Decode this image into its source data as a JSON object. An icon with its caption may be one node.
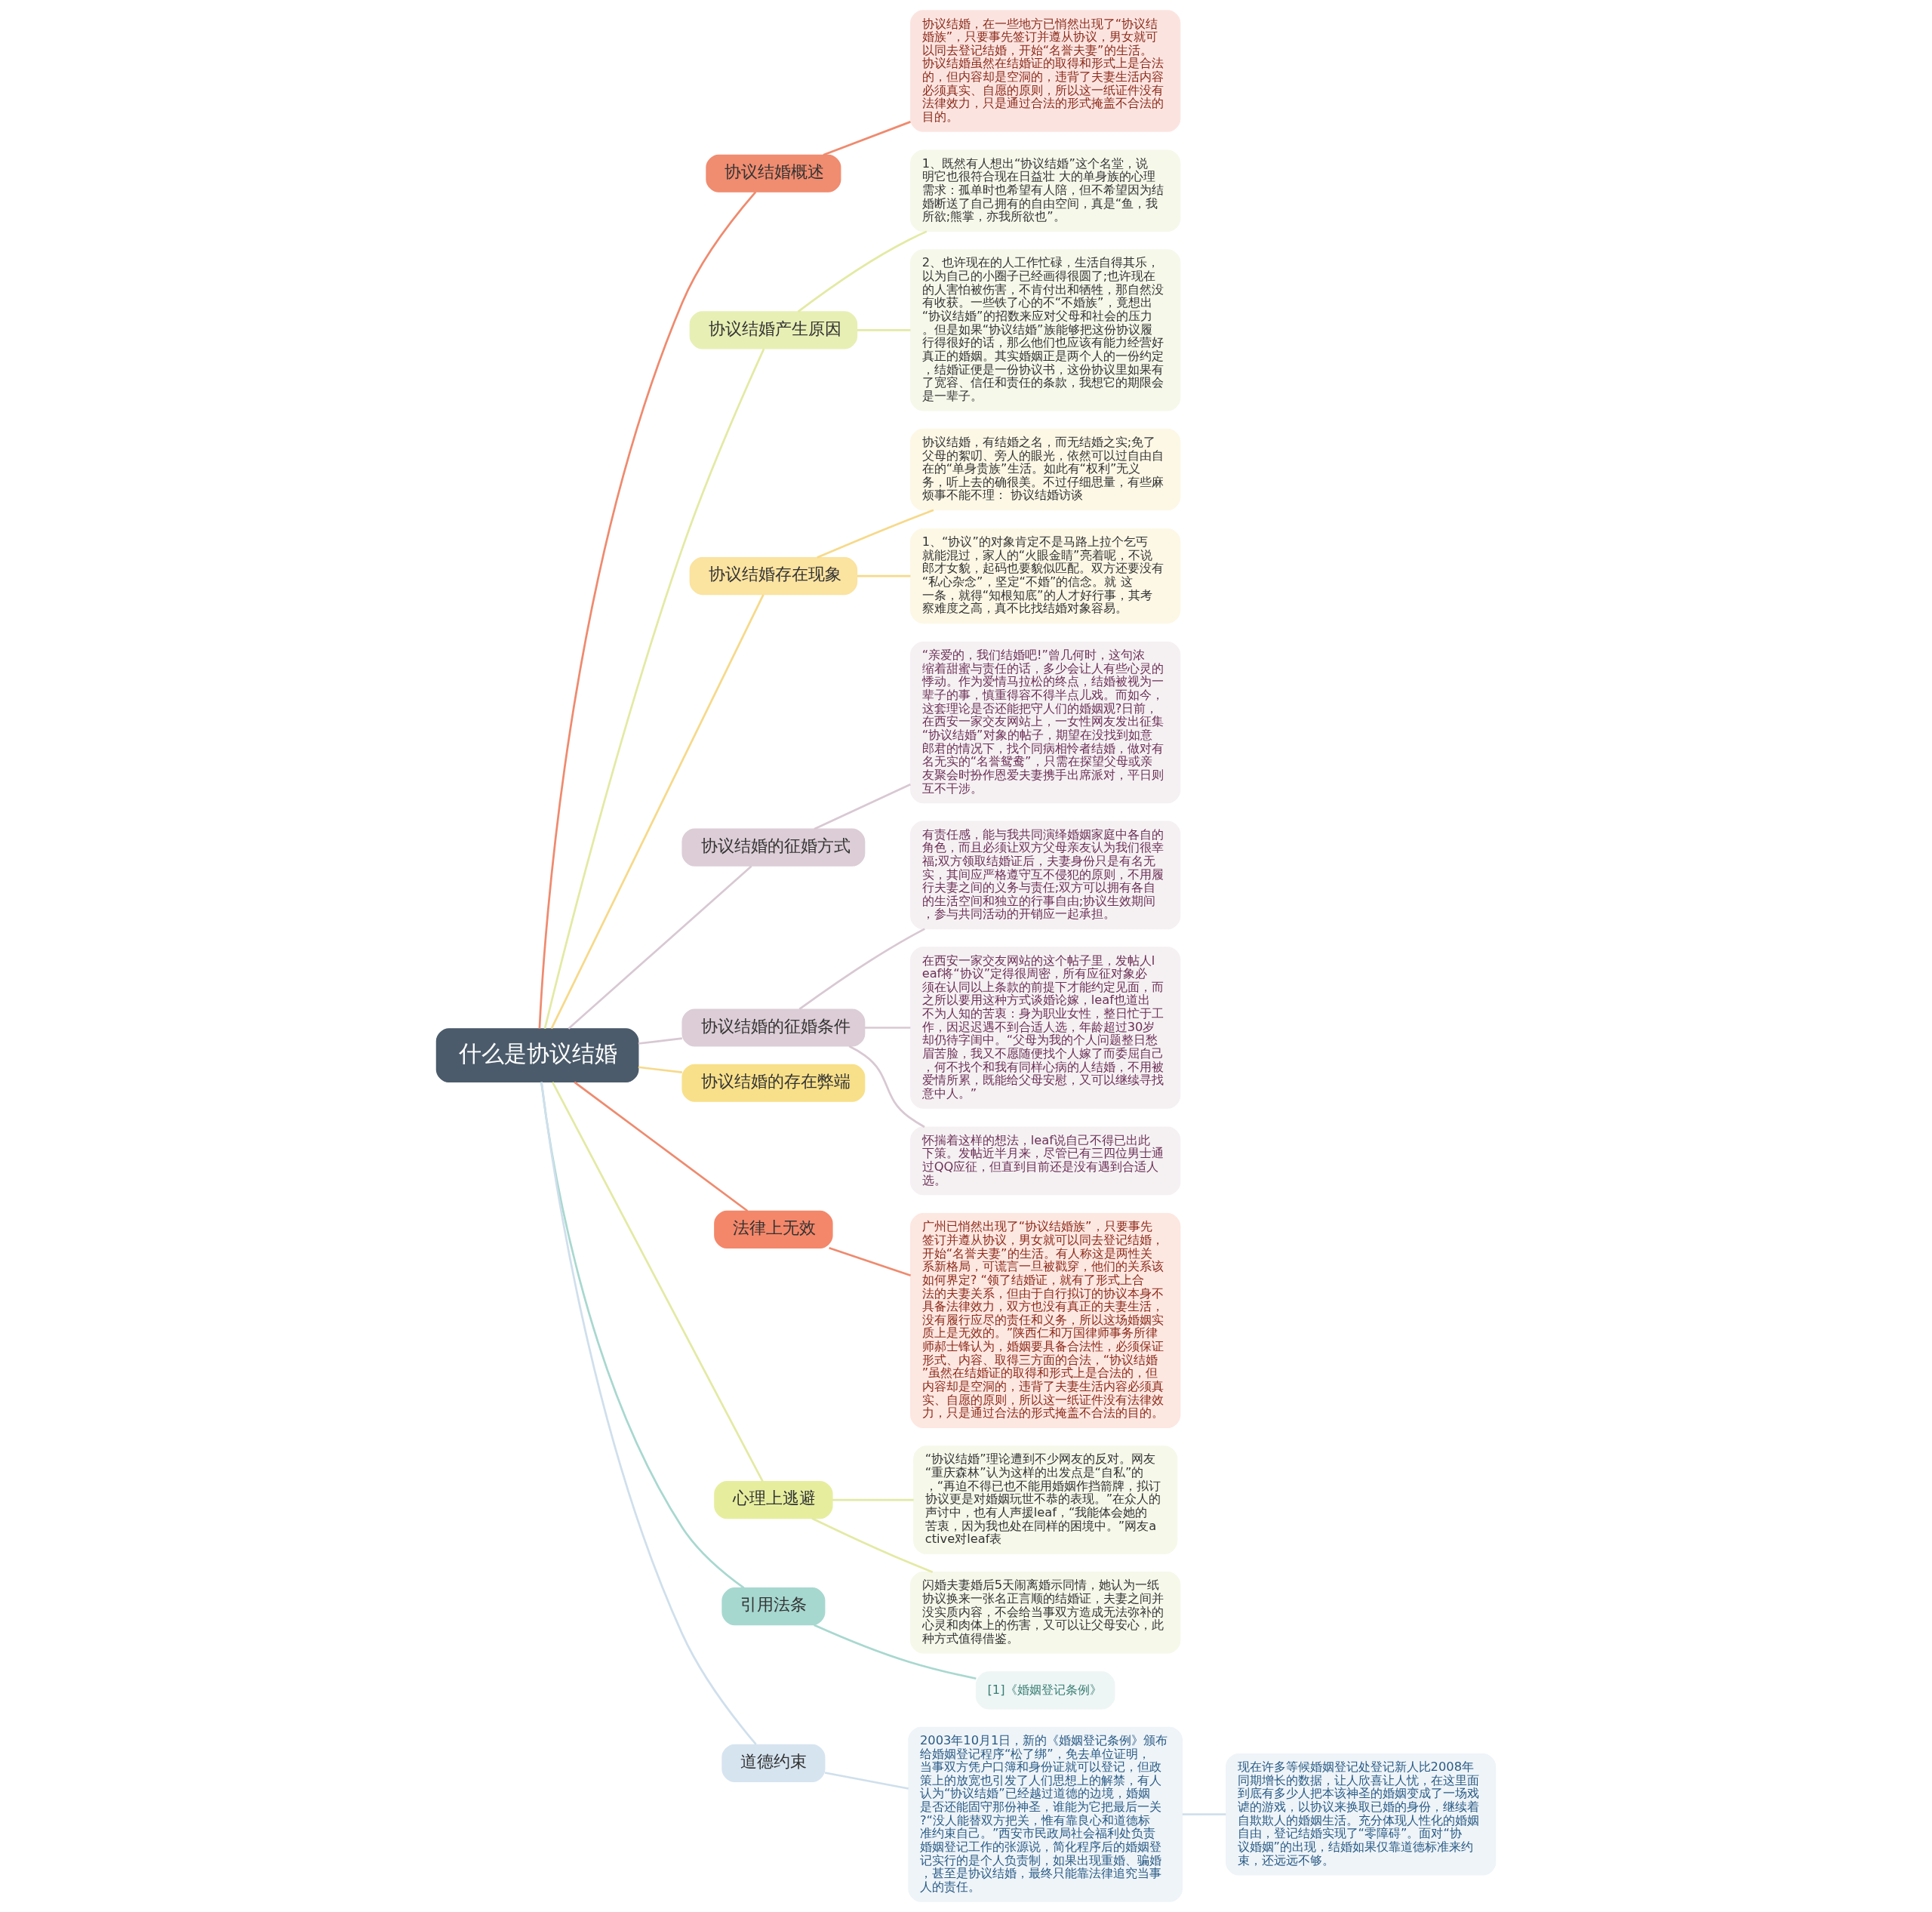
{
  "diagram": {
    "nodes": [
      {
        "text": [
          "什么是协议结婚"
        ]
      },
      {
        "text": [
          "协议结婚概述"
        ]
      },
      {
        "text": [
          "协议结婚，在一些地方已悄然出现了“协议结婚族”，只要事先签订并遵从协议，男女就可以同去登记结婚，开始“名誉夫妻”的生活。协议结婚虽然在结婚证的取得和形式上是合法的，但内容却是空洞的，违背了夫妻生活内容必须真实、自愿的原则，所以这一纸证件没有法律效力，只是通过合法的形式掩盖不合法的目的。"
        ]
      },
      {
        "text": [
          "协议结婚产生原因"
        ]
      },
      {
        "text": [
          "1、既然有人想出“协议结婚”这个名堂，说明它也很符合现在日益壮 大的单身族的心理需求：孤单时也希望有人陪，但不希望因为结婚断送了自己拥有的自由空间，真是“鱼，我所欲;熊掌，亦我所欲也”。"
        ]
      },
      {
        "text": [
          "2、也许现在的人工作忙碌，生活自得其乐，以为自己的小圈子已经画得很圆了;也许现在的人害怕被伤害，不肯付出和牺牲，那自然没有收获。一些铁了心的不“不婚族”，竟想出“协议结婚”的招数来应对父母和社会的压力。但是如果“协议结婚”族能够把这份协议履行得很好的话，那么他们也应该有能力经营好真正的婚姻。其实婚姻正是两个人的一份约定，结婚证便是一份协议书，这份协议里如果有了宽容、信任和责任的条款，我想它的期限会是一辈子。"
        ]
      },
      {
        "text": [
          "协议结婚存在现象"
        ]
      },
      {
        "text": [
          "协议结婚，有结婚之名，而无结婚之实;免了父母的絮叨、旁人的眼光，依然可以过自由自在的“单身贵族”生活。如此有“权利”无义务，听上去的确很美。不过仔细思量，有些麻烦事不能不理： 协议结婚访谈"
        ]
      },
      {
        "text": [
          "1、“协议”的对象肯定不是马路上拉个乞丐就能混过，家人的“火眼金睛”亮着呢，不说郎才女貌，起码也要貌似匹配。双方还要没有“私心杂念”，坚定“不婚”的信念。就 这一条，就得“知根知底”的人才好行事，其考察难度之高，真不比找结婚对象容易。"
        ]
      },
      {
        "text": [
          "协议结婚的征婚方式"
        ]
      },
      {
        "text": [
          "“亲爱的，我们结婚吧!”曾几何时，这句浓缩着甜蜜与责任的话，多少会让人有些心灵的悸动。作为爱情马拉松的终点，结婚被视为一辈子的事，慎重得容不得半点儿戏。而如今，这套理论是否还能把守人们的婚姻观?日前，在西安一家交友网站上，一女性网友发出征集“协议结婚”对象的帖子，期望在没找到如意郎君的情况下，找个同病相怜者结婚，做对有名无实的“名誉鸳鸯”，只需在探望父母或亲友聚会时扮作恩爱夫妻携手出席派对，平日则互不干涉。"
        ]
      },
      {
        "text": [
          "协议结婚的征婚条件"
        ]
      },
      {
        "text": [
          "有责任感，能与我共同演绎婚姻家庭中各自的角色，而且必须让双方父母亲友认为我们很幸福;双方领取结婚证后，夫妻身份只是有名无实，其间应严格遵守互不侵犯的原则，不用履行夫妻之间的义务与责任;双方可以拥有各自的生活空间和独立的行事自由;协议生效期间，参与共同活动的开销应一起承担。"
        ]
      },
      {
        "text": [
          "在西安一家交友网站的这个帖子里，发帖人leaf将“协议”定得很周密，所有应征对象必须在认同以上条款的前提下才能约定见面，而之所以要用这种方式谈婚论嫁，leaf也道出不为人知的苦衷：身为职业女性，整日忙于工作，因迟迟遇不到合适人选，年龄超过30岁却仍待字闺中。“父母为我的个人问题整日愁眉苦脸，我又不愿随便找个人嫁了而委屈自己，何不找个和我有同样心病的人结婚，不用被爱情所累，既能给父母安慰，又可以继续寻找意中人。”"
        ]
      },
      {
        "text": [
          "怀揣着这样的想法，leaf说自己不得已出此下策。发帖近半月来，尽管已有三四位男士通过QQ应征，但直到目前还是没有遇到合适人选。"
        ]
      },
      {
        "text": [
          "协议结婚的存在弊端"
        ]
      },
      {
        "text": [
          "法律上无效"
        ]
      },
      {
        "text": [
          "广州已悄然出现了“协议结婚族”，只要事先签订并遵从协议，男女就可以同去登记结婚，开始“名誉夫妻”的生活。有人称这是两性关系新格局，可谎言一旦被戳穿，他们的关系该如何界定? “领了结婚证，就有了形式上合法的夫妻关系，但由于自行拟订的协议本身不具备法律效力，双方也没有真正的夫妻生活，没有履行应尽的责任和义务，所以这场婚姻实质上是无效的。”陕西仁和万国律师事务所律师郝士锋认为，婚姻要具备合法性，必须保证形式、内容、取得三方面的合法，“协议结婚”虽然在结婚证的取得和形式上是合法的，但内容却是空洞的，违背了夫妻生活内容必须真实、自愿的原则，所以这一纸证件没有法律效力，只是通过合法的形式掩盖不合法的目的。"
        ]
      },
      {
        "text": [
          "心理上逃避"
        ]
      },
      {
        "text": [
          "“协议结婚”理论遭到不少网友的反对。网友“重庆森林”认为这样的出发点是“自私”的，“再迫不得已也不能用婚姻作挡箭牌，拟订协议更是对婚姻玩世不恭的表现。”在众人的声讨中，也有人声援leaf，“我能体会她的苦衷，因为我也处在同样的困境中。”网友active对leaf表"
        ]
      },
      {
        "text": [
          "闪婚夫妻婚后5天闹离婚示同情，她认为一纸协议换来一张名正言顺的结婚证，夫妻之间并没实质内容，不会给当事双方造成无法弥补的心灵和肉体上的伤害，又可以让父母安心，此种方式值得借鉴。"
        ]
      },
      {
        "text": [
          "引用法条"
        ]
      },
      {
        "text": [
          "[1]《婚姻登记条例》"
        ]
      },
      {
        "text": [
          "道德约束"
        ]
      },
      {
        "text": [
          "2003年10月1日，新的《婚姻登记条例》颁布给婚姻登记程序“松了绑”，免去单位证明，当事双方凭户口簿和身份证就可以登记，但政策上的放宽也引发了人们思想上的解禁，有人认为“协议结婚”已经越过道德的边境，婚姻是否还能固守那份神圣，谁能为它把最后一关?“没人能替双方把关，惟有靠良心和道德标准约束自己。”西安市民政局社会福利处负责婚姻登记工作的张源说，简化程序后的婚姻登记实行的是个人负责制，如果出现重婚、骗婚，甚至是协议结婚，最终只能靠法律追究当事人的责任。"
        ]
      },
      {
        "text": [
          "现在许多等候婚姻登记处登记新人比2008年同期增长的数据，让人欣喜让人忧，在这里面到底有多少人把本该神圣的婚姻变成了一场戏谑的游戏，以协议来换取已婚的身份，继续着自欺欺人的婚姻生活。充分体现人性化的婚姻自由，登记结婚实现了“零障碍”。面对“协议婚姻”的出现，结婚如果仅靠道德标准来约束，还远远不够。"
        ]
      }
    ],
    "edges": [
      {
        "from": 0,
        "to": 1,
        "arrow": "none",
        "color": "#ef8a6e"
      },
      {
        "from": 1,
        "to": 2,
        "arrow": "none",
        "color": "#ef8a6e"
      },
      {
        "from": 0,
        "to": 3,
        "arrow": "none",
        "color": "#e3eaa4"
      },
      {
        "from": 3,
        "to": 4,
        "arrow": "none",
        "color": "#e3eaa4"
      },
      {
        "from": 3,
        "to": 5,
        "arrow": "none",
        "color": "#e3eaa4"
      },
      {
        "from": 0,
        "to": 6,
        "arrow": "none",
        "color": "#f6d98a"
      },
      {
        "from": 6,
        "to": 7,
        "arrow": "none",
        "color": "#f6d98a"
      },
      {
        "from": 6,
        "to": 8,
        "arrow": "none",
        "color": "#f6d98a"
      },
      {
        "from": 0,
        "to": 9,
        "arrow": "none",
        "color": "#d8c8d2"
      },
      {
        "from": 9,
        "to": 10,
        "arrow": "none",
        "color": "#d8c8d2"
      },
      {
        "from": 0,
        "to": 11,
        "arrow": "none",
        "color": "#d8c8d2"
      },
      {
        "from": 11,
        "to": 12,
        "arrow": "none",
        "color": "#d8c8d2"
      },
      {
        "from": 11,
        "to": 13,
        "arrow": "none",
        "color": "#d8c8d2"
      },
      {
        "from": 11,
        "to": 14,
        "arrow": "none",
        "color": "#d8c8d2"
      },
      {
        "from": 0,
        "to": 15,
        "arrow": "none",
        "color": "#f6d98a"
      },
      {
        "from": 0,
        "to": 16,
        "arrow": "none",
        "color": "#ef8a6e"
      },
      {
        "from": 16,
        "to": 17,
        "arrow": "none",
        "color": "#ef8a6e"
      },
      {
        "from": 0,
        "to": 18,
        "arrow": "none",
        "color": "#e3eaa4"
      },
      {
        "from": 18,
        "to": 19,
        "arrow": "none",
        "color": "#e3eaa4"
      },
      {
        "from": 18,
        "to": 20,
        "arrow": "none",
        "color": "#e3eaa4"
      },
      {
        "from": 0,
        "to": 21,
        "arrow": "none",
        "color": "#a8d8cf"
      },
      {
        "from": 21,
        "to": 22,
        "arrow": "none",
        "color": "#a8d8cf"
      },
      {
        "from": 0,
        "to": 23,
        "arrow": "none",
        "color": "#cfdfec"
      },
      {
        "from": 23,
        "to": 24,
        "arrow": "none",
        "color": "#cfdfec"
      },
      {
        "from": 24,
        "to": 25,
        "arrow": "none",
        "color": "#cfdfec"
      }
    ]
  }
}
